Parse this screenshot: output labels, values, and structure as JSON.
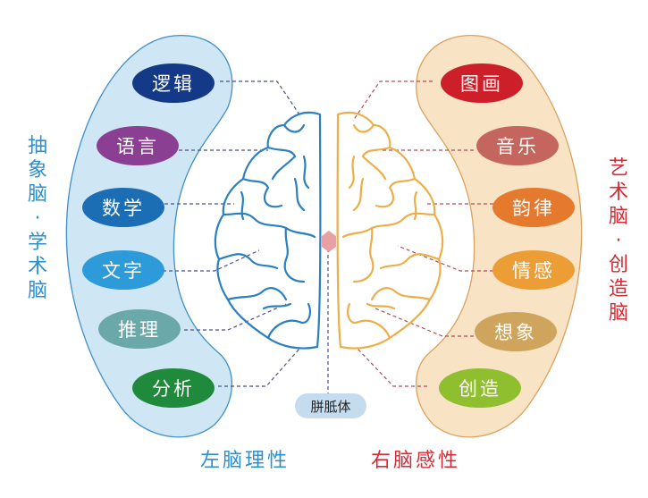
{
  "left": {
    "side_label": "抽象脑 · 学术脑",
    "side_label_chars": [
      "抽",
      "象",
      "脑",
      "·",
      "学",
      "术",
      "脑"
    ],
    "bottom_label": "左脑理性",
    "color": "#2b8fcf",
    "panel_fill": "#cfe6f5",
    "items": [
      {
        "label": "逻辑",
        "color": "#143a87"
      },
      {
        "label": "语言",
        "color": "#8a3f93"
      },
      {
        "label": "数学",
        "color": "#1b6db4"
      },
      {
        "label": "文字",
        "color": "#2d9ad9"
      },
      {
        "label": "推理",
        "color": "#6aa8aa"
      },
      {
        "label": "分析",
        "color": "#1f8a3b"
      }
    ]
  },
  "right": {
    "side_label": "艺术脑 · 创造脑",
    "side_label_chars": [
      "艺",
      "术",
      "脑",
      "·",
      "创",
      "造",
      "脑"
    ],
    "bottom_label": "右脑感性",
    "color": "#d42b35",
    "panel_fill": "#f8e3c5",
    "items": [
      {
        "label": "图画",
        "color": "#cc1f2a"
      },
      {
        "label": "音乐",
        "color": "#c4665d"
      },
      {
        "label": "韵律",
        "color": "#e5792d"
      },
      {
        "label": "情感",
        "color": "#ec9d35"
      },
      {
        "label": "想象",
        "color": "#cfa45c"
      },
      {
        "label": "创造",
        "color": "#8fbe2e"
      }
    ]
  },
  "center": {
    "label": "胼胝体",
    "left_brain_color": "#2a7fc0",
    "right_brain_color": "#edae48",
    "corpus_color": "#e7a0a4"
  }
}
